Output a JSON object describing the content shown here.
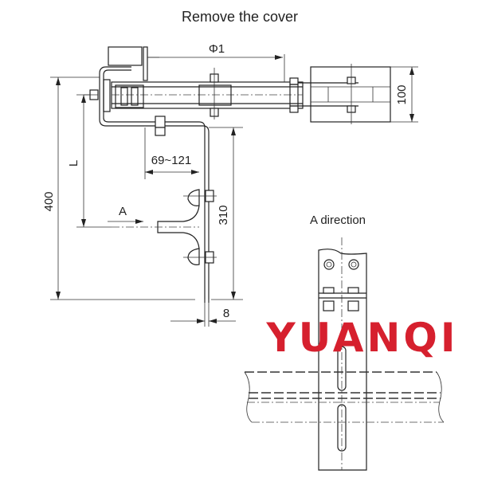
{
  "title": "Remove the cover",
  "dimensions": {
    "phi1": "Φ1",
    "height_100": "100",
    "overall_400": "400",
    "length_L": "L",
    "range_69_121": "69~121",
    "height_310": "310",
    "thickness_8": "8"
  },
  "view_arrow_label": "A",
  "detail_view_title": "A direction",
  "watermark": "YUANQI",
  "colors": {
    "line": "#222222",
    "watermark": "#d6202e",
    "background": "#ffffff"
  }
}
